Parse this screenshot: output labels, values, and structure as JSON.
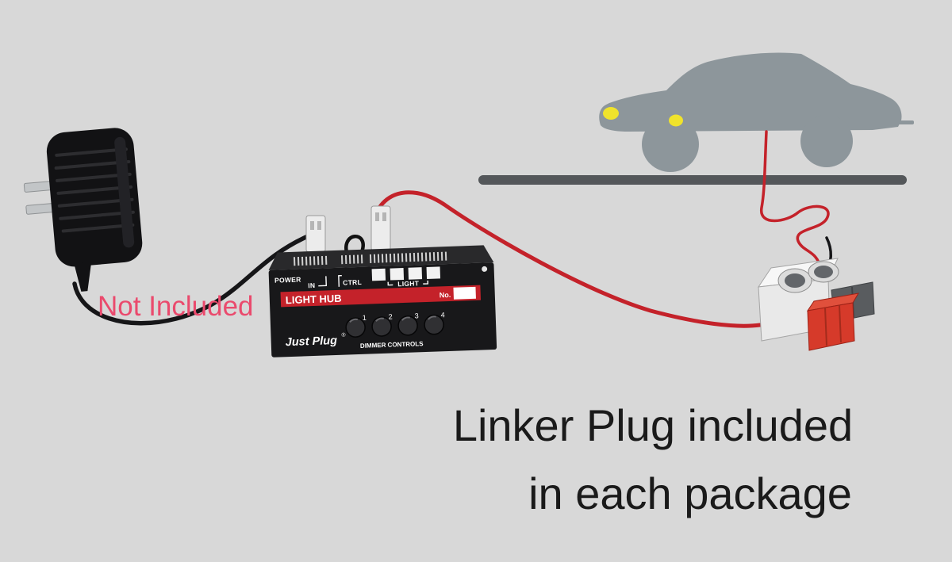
{
  "background_color": "#d8d8d8",
  "colors": {
    "car_gray": "#8d969b",
    "headlight_yellow": "#f0e32c",
    "road_gray": "#54575a",
    "hub_black": "#18181a",
    "banner_red": "#c4222a",
    "wire_red": "#c4222a",
    "wire_black": "#161618",
    "not_included_pink": "#ea4a6d",
    "text_black": "#1a1a1a",
    "linker_red": "#d63a2a",
    "linker_gray": "#595c5f"
  },
  "labels": {
    "not_included": "Not Included",
    "caption_line1": "Linker Plug included",
    "caption_line2": "in each package"
  },
  "hub": {
    "power": "POWER",
    "in_label": "IN",
    "ctrl": "CTRL",
    "light": "LIGHT",
    "title": "LIGHT HUB",
    "no_label": "No.",
    "brand": "Just Plug",
    "reg": "®",
    "dimmer": "DIMMER CONTROLS",
    "knobs": [
      "1",
      "2",
      "3",
      "4"
    ]
  }
}
